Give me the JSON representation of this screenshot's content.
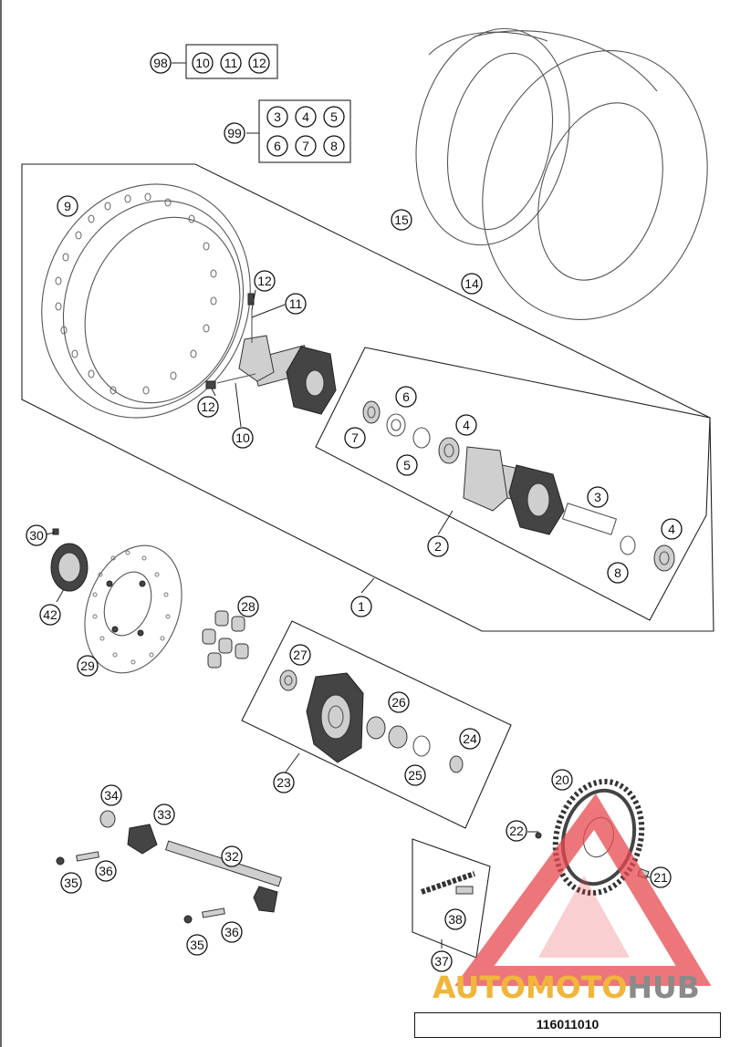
{
  "labels": {
    "c98": "98",
    "c10a": "10",
    "c11a": "11",
    "c12a": "12",
    "c99": "99",
    "c3a": "3",
    "c4a": "4",
    "c5a": "5",
    "c6a": "6",
    "c7a": "7",
    "c8a": "8",
    "c9": "9",
    "c15": "15",
    "c14": "14",
    "c12b": "12",
    "c11b": "11",
    "c12c": "12",
    "c10b": "10",
    "c6b": "6",
    "c7b": "7",
    "c5b": "5",
    "c4b": "4",
    "c3b": "3",
    "c4c": "4",
    "c8b": "8",
    "c2": "2",
    "c1": "1",
    "c30": "30",
    "c42": "42",
    "c29": "29",
    "c28": "28",
    "c27": "27",
    "c26": "26",
    "c24": "24",
    "c25": "25",
    "c23": "23",
    "c20": "20",
    "c22": "22",
    "c21": "21",
    "c34": "34",
    "c33": "33",
    "c32": "32",
    "c36a": "36",
    "c35a": "35",
    "c35b": "35",
    "c36b": "36",
    "c38": "38",
    "c37": "37"
  },
  "logo": {
    "part1": "AUTOMOTO",
    "part2": "HUB"
  },
  "doc_code": "116011010",
  "colors": {
    "logo_orange": "#f0b63a",
    "logo_gray": "#8a8a8a",
    "watermark_red": "#e8494f"
  }
}
